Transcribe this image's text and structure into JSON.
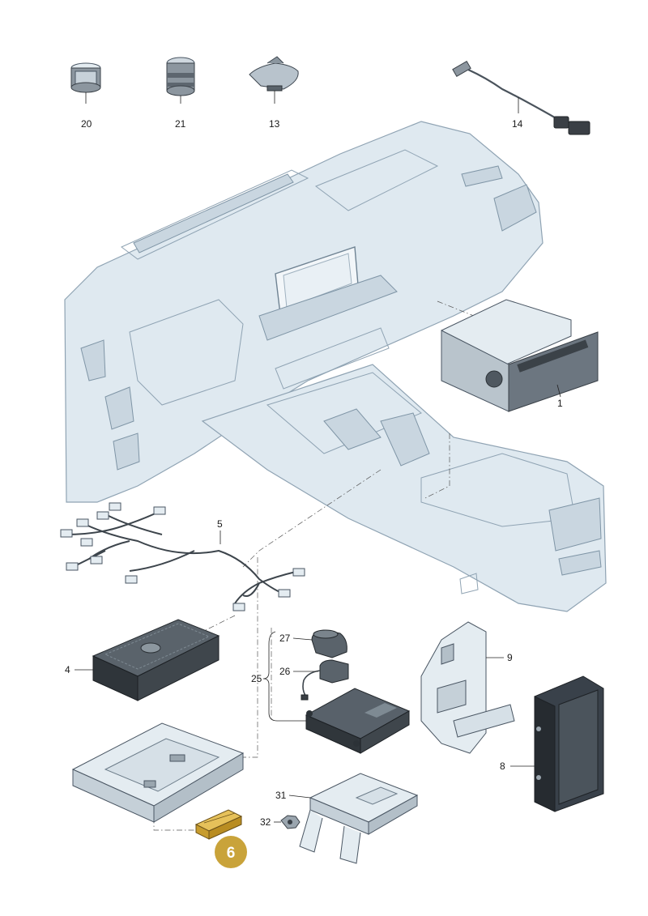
{
  "labels": {
    "p20": "20",
    "p21": "21",
    "p13": "13",
    "p14": "14",
    "p1": "1",
    "p5": "5",
    "p4": "4",
    "p9": "9",
    "p8": "8",
    "p25": "25",
    "p27": "27",
    "p26": "26",
    "p31": "31",
    "p32": "32",
    "p6": "6"
  },
  "colors": {
    "highlight_fill": "#c9a33a",
    "highlight_part": "#e6c15a",
    "dashboard_tint": "#dfe9f0",
    "outline": "#4a5663"
  },
  "highlighted_part": "6"
}
